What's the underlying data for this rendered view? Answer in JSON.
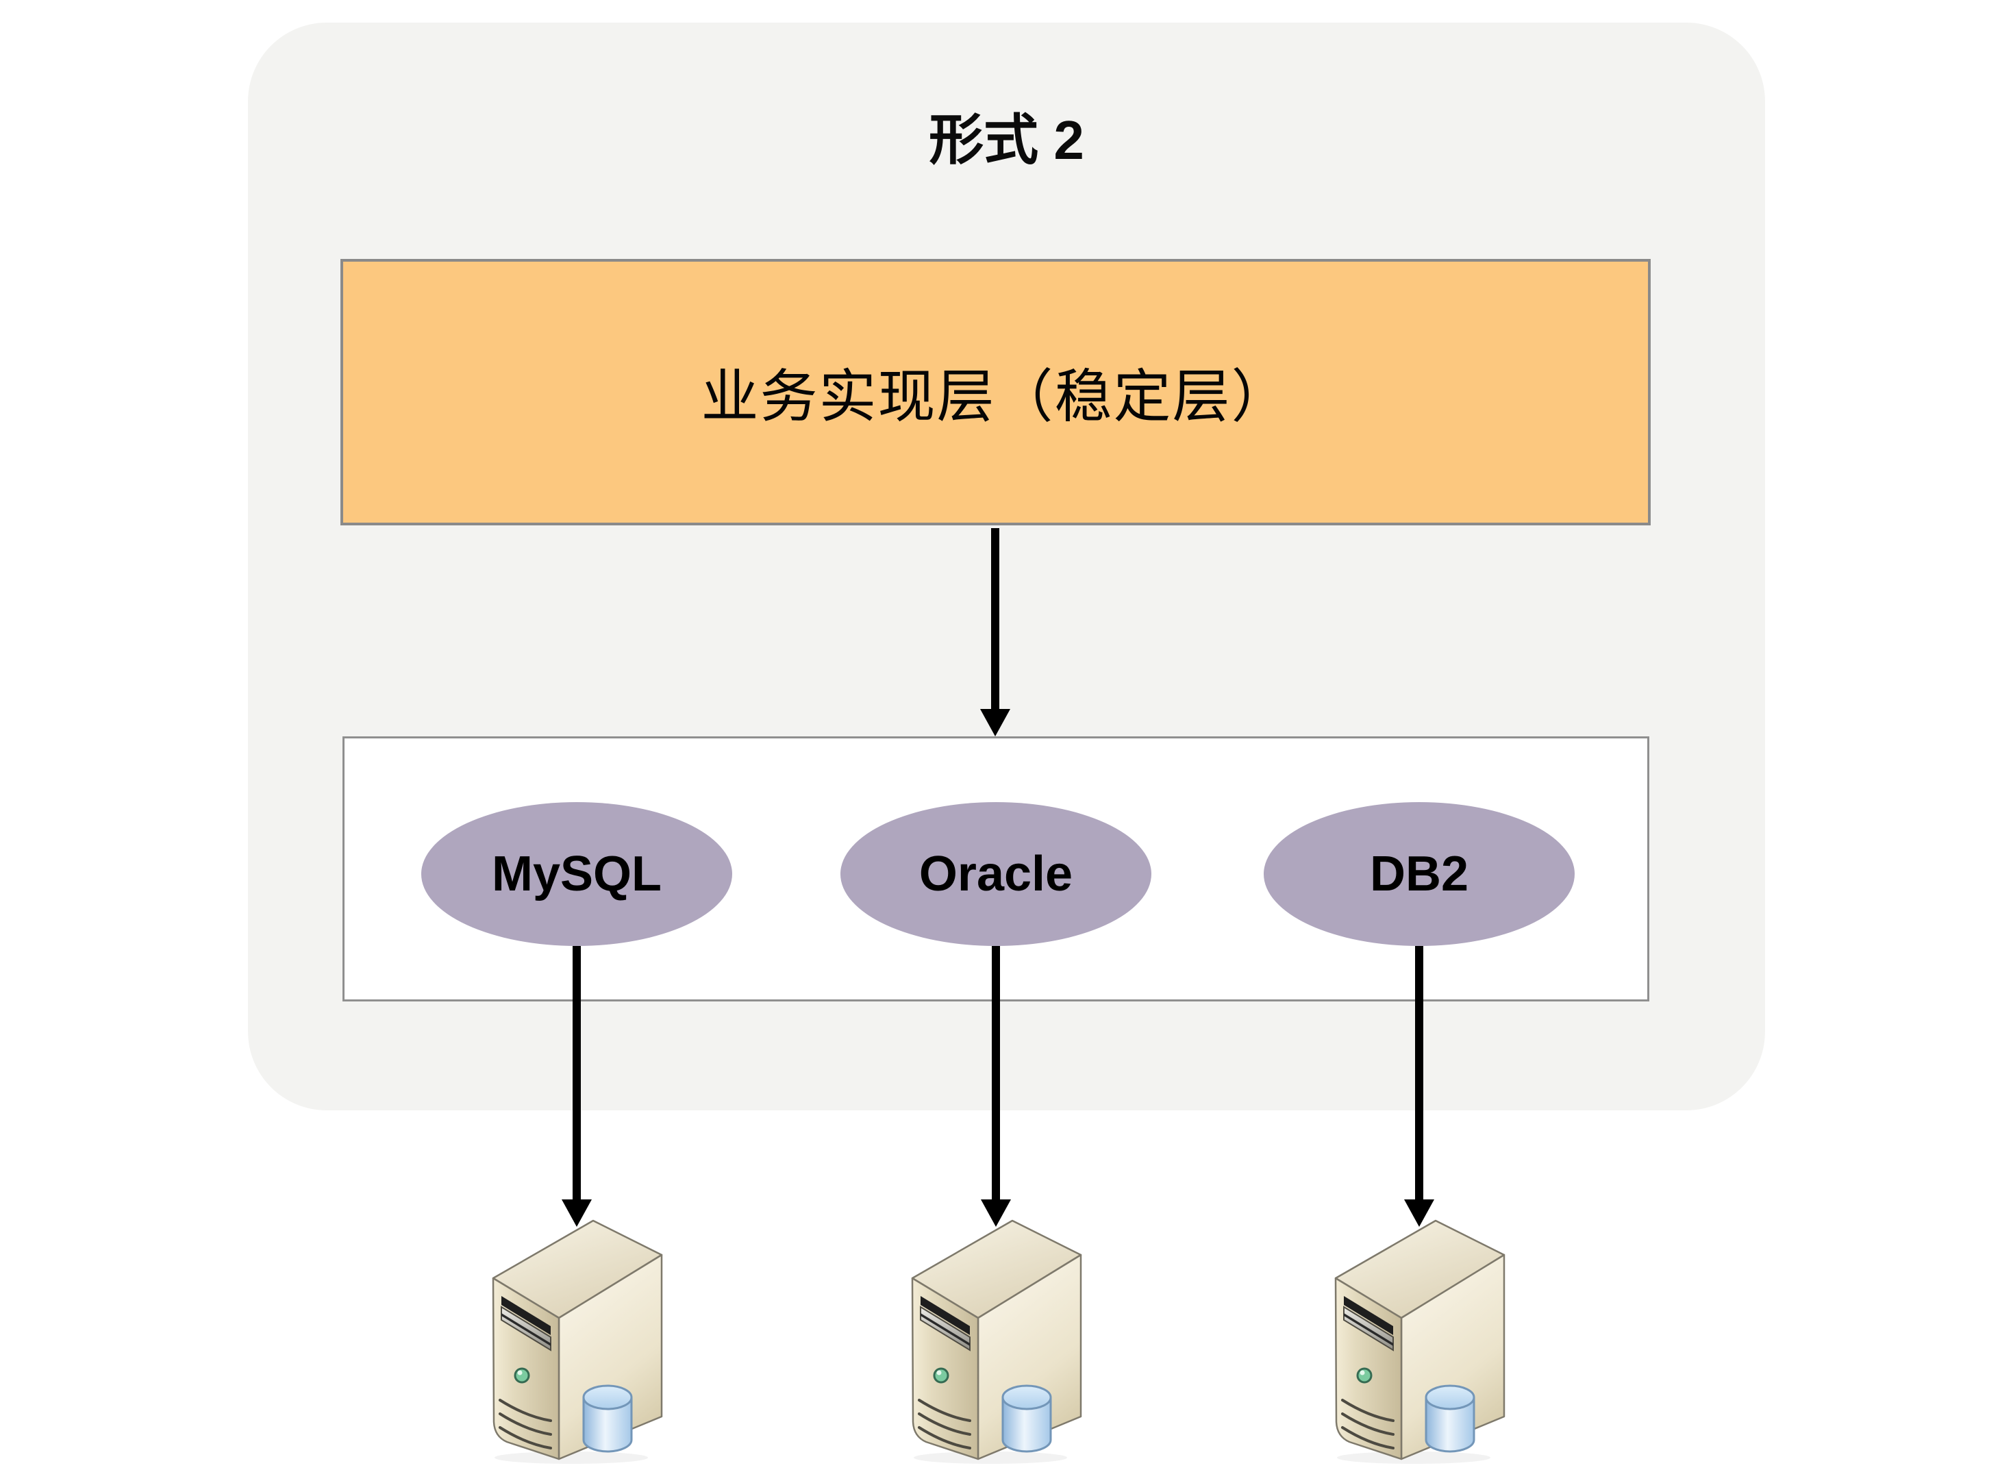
{
  "page": {
    "background": "#FFFFFF",
    "panel_background": "#F3F3F1"
  },
  "diagram": {
    "title": "形式 2",
    "business_layer": {
      "label": "业务实现层（稳定层）",
      "fill": "#FCC87F",
      "border_color": "#8A8A8A",
      "text_color": "#000000"
    },
    "flow_arrows": {
      "color": "#000000",
      "count": 4,
      "direction": "down"
    },
    "database_layer": {
      "fill": "#FFFFFF",
      "border_color": "#8F8F8F",
      "ellipse_fill": "#AFA6BE",
      "databases": [
        {
          "label": "MySQL"
        },
        {
          "label": "Oracle"
        },
        {
          "label": "DB2"
        }
      ]
    },
    "server_icons": {
      "icon": "server-tower-with-database-cylinder-icon",
      "body_color": "#E9E1C8",
      "cylinder_color": "#A9CBE8",
      "led_color": "#7BCBA0",
      "count": 3
    }
  }
}
